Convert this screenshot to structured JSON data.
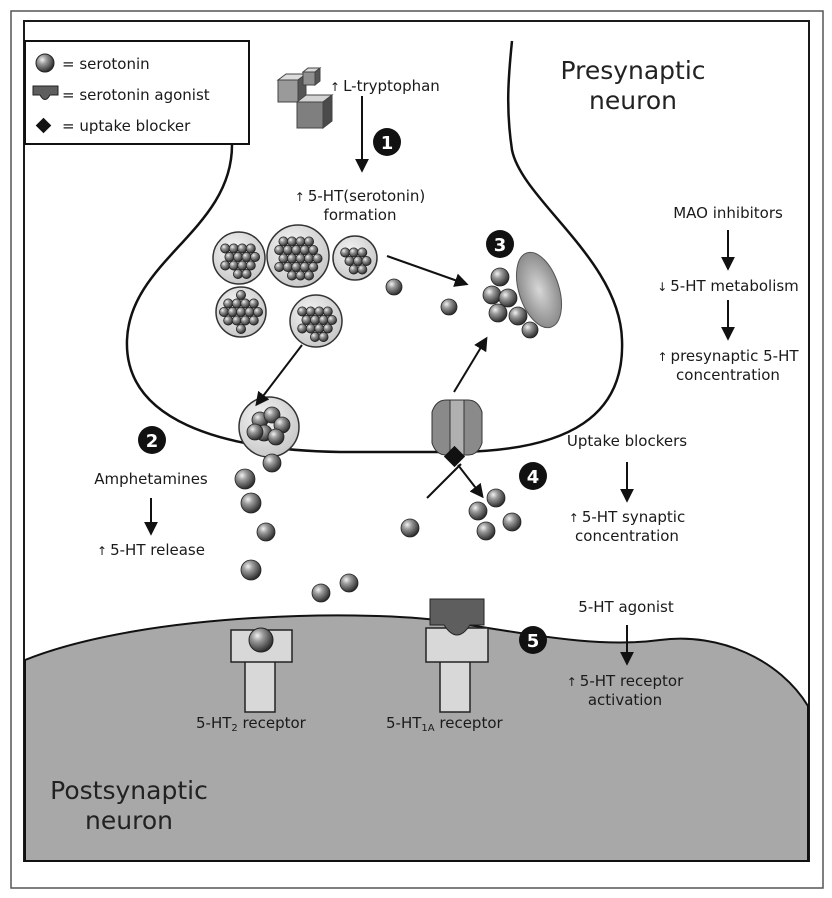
{
  "legend": {
    "serotonin": "= serotonin",
    "agonist": "= serotonin agonist",
    "blocker": "= uptake blocker"
  },
  "presynaptic": {
    "line1": "Presynaptic",
    "line2": "neuron"
  },
  "postsynaptic": {
    "line1": "Postsynaptic",
    "line2": "neuron"
  },
  "tryptophan": "L-tryptophan",
  "formation": {
    "line1": "5-HT(serotonin)",
    "line2": "formation"
  },
  "steps": [
    "1",
    "2",
    "3",
    "4",
    "5"
  ],
  "mao": {
    "title": "MAO inhibitors",
    "effect1": "5-HT metabolism",
    "effect2_line1": "presynaptic 5-HT",
    "effect2_line2": "concentration"
  },
  "amphetamines": {
    "title": "Amphetamines",
    "effect": "5-HT release"
  },
  "uptake": {
    "title": "Uptake blockers",
    "effect_line1": "5-HT synaptic",
    "effect_line2": "concentration"
  },
  "agonist_box": {
    "title": "5-HT agonist",
    "effect_line1": "5-HT receptor",
    "effect_line2": "activation"
  },
  "receptors": {
    "r2_prefix": "5-HT",
    "r2_sub": "2",
    "r2_suffix": " receptor",
    "r1a_prefix": "5-HT",
    "r1a_sub": "1A",
    "r1a_suffix": " receptor"
  },
  "colors": {
    "postsynaptic_fill": "#a8a8a8",
    "receptor_fill": "#d8d8d8",
    "transporter_fill": "#8a8a8a",
    "agonist_fill": "#5e5e5e",
    "marker_fill": "#111111"
  },
  "arrow_glyphs": {
    "increase": "↑",
    "decrease": "↓"
  }
}
